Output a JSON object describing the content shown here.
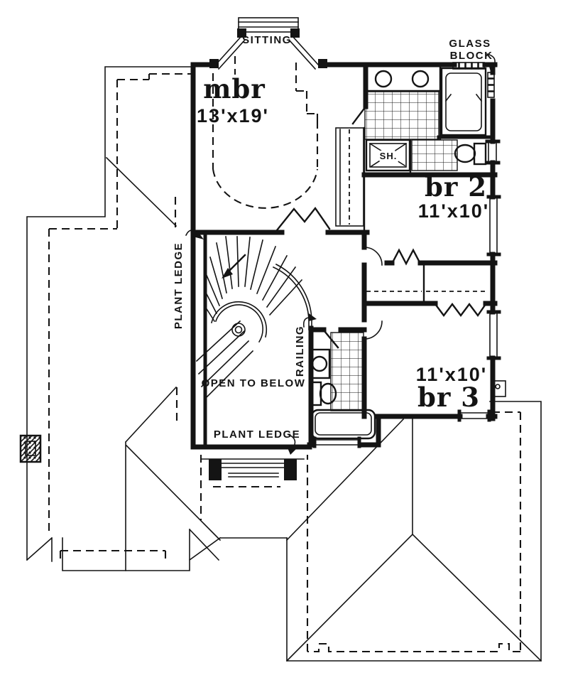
{
  "colors": {
    "ink": "#141414",
    "paper": "#ffffff"
  },
  "labels": {
    "sitting": "SITTING",
    "glass_block_line1": "GLASS",
    "glass_block_line2": "BLOCK",
    "mbr_name": "mbr",
    "mbr_dims": "13'x19'",
    "shower": "SH.",
    "br2_name": "br 2",
    "br2_dims": "11'x10'",
    "plant_ledge_upper": "PLANT LEDGE",
    "railing": "RAILING",
    "open_to_below": "OPEN TO BELOW",
    "plant_ledge_lower": "PLANT LEDGE",
    "br3_dims": "11'x10'",
    "br3_name": "br 3"
  }
}
